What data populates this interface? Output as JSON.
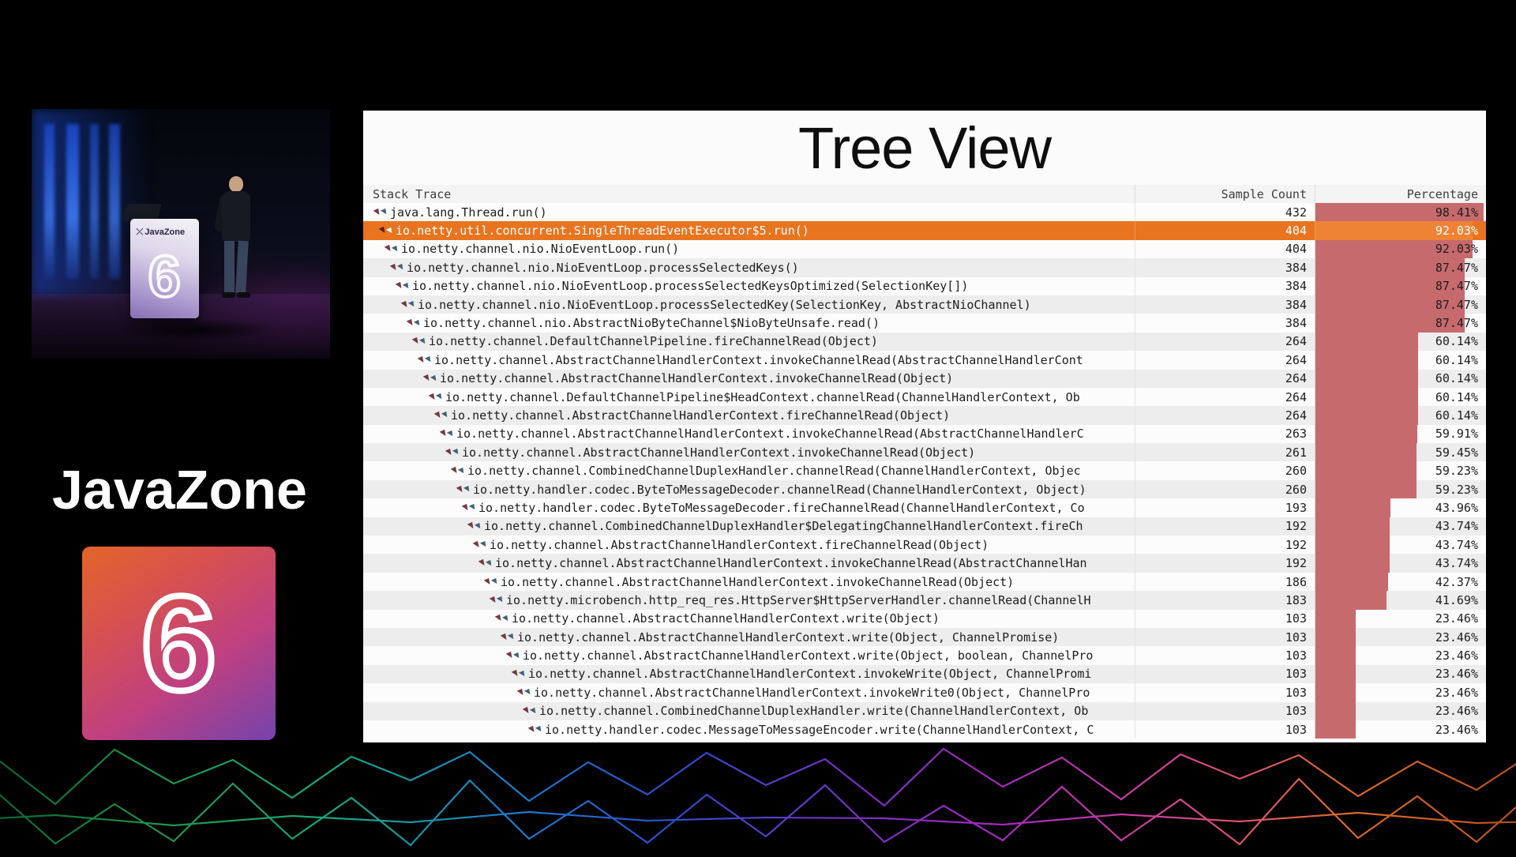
{
  "slide": {
    "title": "Tree View"
  },
  "table": {
    "columns": {
      "stack": "Stack Trace",
      "samples": "Sample Count",
      "percentage": "Percentage"
    },
    "rows": [
      {
        "method": "java.lang.Thread.run()",
        "depth": 0,
        "samples": "432",
        "pct": "98.41%",
        "pct_value": 98.41,
        "highlighted": false
      },
      {
        "method": "io.netty.util.concurrent.SingleThreadEventExecutor$5.run()",
        "depth": 1,
        "samples": "404",
        "pct": "92.03%",
        "pct_value": 92.03,
        "highlighted": true
      },
      {
        "method": "io.netty.channel.nio.NioEventLoop.run()",
        "depth": 2,
        "samples": "404",
        "pct": "92.03%",
        "pct_value": 92.03,
        "highlighted": false
      },
      {
        "method": "io.netty.channel.nio.NioEventLoop.processSelectedKeys()",
        "depth": 3,
        "samples": "384",
        "pct": "87.47%",
        "pct_value": 87.47,
        "highlighted": false
      },
      {
        "method": "io.netty.channel.nio.NioEventLoop.processSelectedKeysOptimized(SelectionKey[])",
        "depth": 4,
        "samples": "384",
        "pct": "87.47%",
        "pct_value": 87.47,
        "highlighted": false
      },
      {
        "method": "io.netty.channel.nio.NioEventLoop.processSelectedKey(SelectionKey, AbstractNioChannel)",
        "depth": 5,
        "samples": "384",
        "pct": "87.47%",
        "pct_value": 87.47,
        "highlighted": false
      },
      {
        "method": "io.netty.channel.nio.AbstractNioByteChannel$NioByteUnsafe.read()",
        "depth": 6,
        "samples": "384",
        "pct": "87.47%",
        "pct_value": 87.47,
        "highlighted": false
      },
      {
        "method": "io.netty.channel.DefaultChannelPipeline.fireChannelRead(Object)",
        "depth": 7,
        "samples": "264",
        "pct": "60.14%",
        "pct_value": 60.14,
        "highlighted": false
      },
      {
        "method": "io.netty.channel.AbstractChannelHandlerContext.invokeChannelRead(AbstractChannelHandlerCont",
        "depth": 8,
        "samples": "264",
        "pct": "60.14%",
        "pct_value": 60.14,
        "highlighted": false
      },
      {
        "method": "io.netty.channel.AbstractChannelHandlerContext.invokeChannelRead(Object)",
        "depth": 9,
        "samples": "264",
        "pct": "60.14%",
        "pct_value": 60.14,
        "highlighted": false
      },
      {
        "method": "io.netty.channel.DefaultChannelPipeline$HeadContext.channelRead(ChannelHandlerContext, Ob",
        "depth": 10,
        "samples": "264",
        "pct": "60.14%",
        "pct_value": 60.14,
        "highlighted": false
      },
      {
        "method": "io.netty.channel.AbstractChannelHandlerContext.fireChannelRead(Object)",
        "depth": 11,
        "samples": "264",
        "pct": "60.14%",
        "pct_value": 60.14,
        "highlighted": false
      },
      {
        "method": "io.netty.channel.AbstractChannelHandlerContext.invokeChannelRead(AbstractChannelHandlerC",
        "depth": 12,
        "samples": "263",
        "pct": "59.91%",
        "pct_value": 59.91,
        "highlighted": false
      },
      {
        "method": "io.netty.channel.AbstractChannelHandlerContext.invokeChannelRead(Object)",
        "depth": 13,
        "samples": "261",
        "pct": "59.45%",
        "pct_value": 59.45,
        "highlighted": false
      },
      {
        "method": "io.netty.channel.CombinedChannelDuplexHandler.channelRead(ChannelHandlerContext, Objec",
        "depth": 14,
        "samples": "260",
        "pct": "59.23%",
        "pct_value": 59.23,
        "highlighted": false
      },
      {
        "method": "io.netty.handler.codec.ByteToMessageDecoder.channelRead(ChannelHandlerContext, Object)",
        "depth": 15,
        "samples": "260",
        "pct": "59.23%",
        "pct_value": 59.23,
        "highlighted": false
      },
      {
        "method": "io.netty.handler.codec.ByteToMessageDecoder.fireChannelRead(ChannelHandlerContext, Co",
        "depth": 16,
        "samples": "193",
        "pct": "43.96%",
        "pct_value": 43.96,
        "highlighted": false
      },
      {
        "method": "io.netty.channel.CombinedChannelDuplexHandler$DelegatingChannelHandlerContext.fireCh",
        "depth": 17,
        "samples": "192",
        "pct": "43.74%",
        "pct_value": 43.74,
        "highlighted": false
      },
      {
        "method": "io.netty.channel.AbstractChannelHandlerContext.fireChannelRead(Object)",
        "depth": 18,
        "samples": "192",
        "pct": "43.74%",
        "pct_value": 43.74,
        "highlighted": false
      },
      {
        "method": "io.netty.channel.AbstractChannelHandlerContext.invokeChannelRead(AbstractChannelHan",
        "depth": 19,
        "samples": "192",
        "pct": "43.74%",
        "pct_value": 43.74,
        "highlighted": false
      },
      {
        "method": "io.netty.channel.AbstractChannelHandlerContext.invokeChannelRead(Object)",
        "depth": 20,
        "samples": "186",
        "pct": "42.37%",
        "pct_value": 42.37,
        "highlighted": false
      },
      {
        "method": "io.netty.microbench.http_req_res.HttpServer$HttpServerHandler.channelRead(ChannelH",
        "depth": 21,
        "samples": "183",
        "pct": "41.69%",
        "pct_value": 41.69,
        "highlighted": false
      },
      {
        "method": "io.netty.channel.AbstractChannelHandlerContext.write(Object)",
        "depth": 22,
        "samples": "103",
        "pct": "23.46%",
        "pct_value": 23.46,
        "highlighted": false
      },
      {
        "method": "io.netty.channel.AbstractChannelHandlerContext.write(Object, ChannelPromise)",
        "depth": 23,
        "samples": "103",
        "pct": "23.46%",
        "pct_value": 23.46,
        "highlighted": false
      },
      {
        "method": "io.netty.channel.AbstractChannelHandlerContext.write(Object, boolean, ChannelPro",
        "depth": 24,
        "samples": "103",
        "pct": "23.46%",
        "pct_value": 23.46,
        "highlighted": false
      },
      {
        "method": "io.netty.channel.AbstractChannelHandlerContext.invokeWrite(Object, ChannelPromi",
        "depth": 25,
        "samples": "103",
        "pct": "23.46%",
        "pct_value": 23.46,
        "highlighted": false
      },
      {
        "method": "io.netty.channel.AbstractChannelHandlerContext.invokeWrite0(Object, ChannelPro",
        "depth": 26,
        "samples": "103",
        "pct": "23.46%",
        "pct_value": 23.46,
        "highlighted": false
      },
      {
        "method": "io.netty.channel.CombinedChannelDuplexHandler.write(ChannelHandlerContext, Ob",
        "depth": 27,
        "samples": "103",
        "pct": "23.46%",
        "pct_value": 23.46,
        "highlighted": false
      },
      {
        "method": "io.netty.handler.codec.MessageToMessageEncoder.write(ChannelHandlerContext, C",
        "depth": 28,
        "samples": "103",
        "pct": "23.46%",
        "pct_value": 23.46,
        "highlighted": false
      }
    ]
  },
  "branding": {
    "wordmark": "JavaZone",
    "edition_number": "6",
    "podium_wordmark": "JavaZone",
    "podium_number": "6"
  },
  "colors": {
    "highlight_row": "#e8741f",
    "percentage_bar": "#c76a6d",
    "row_stripe": "#ededee",
    "mesh_gradient": [
      "#0c6b38",
      "#21a04d",
      "#16b08a",
      "#1e86d8",
      "#2f51d6",
      "#7a35cf",
      "#b32bc9",
      "#e0499c",
      "#e8722c",
      "#c2571f"
    ]
  }
}
